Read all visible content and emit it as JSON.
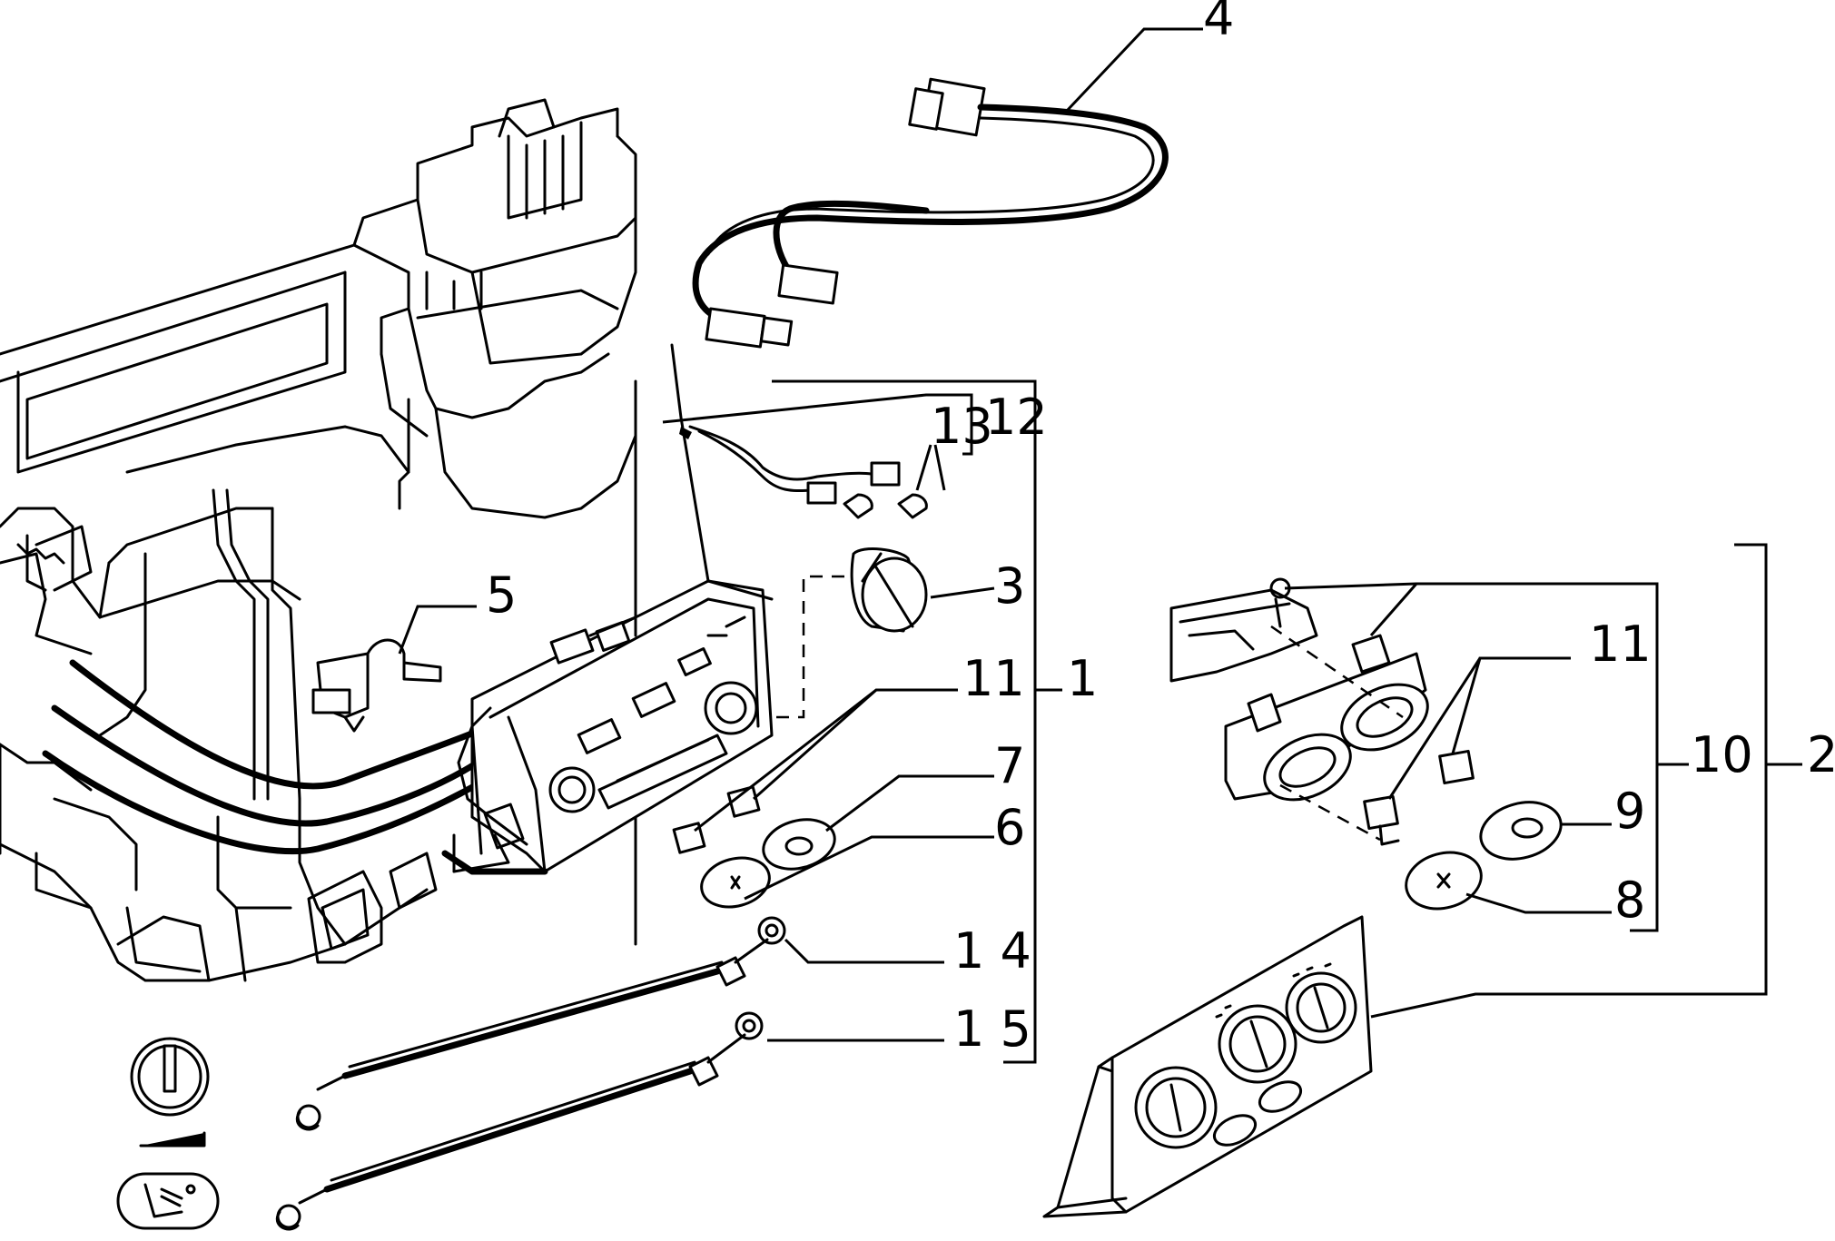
{
  "callouts": {
    "c1": "1",
    "c2": "2",
    "c3": "3",
    "c4": "4",
    "c5": "5",
    "c6": "6",
    "c7": "7",
    "c8": "8",
    "c9": "9",
    "c10": "10",
    "c11a": "11",
    "c11b": "11",
    "c12": "12",
    "c13": "13",
    "c14": "1 4",
    "c15": "1 5"
  },
  "icons": [
    "temperature-knob-icon",
    "gradient-wedge-icon",
    "seat-ventilation-icon"
  ]
}
